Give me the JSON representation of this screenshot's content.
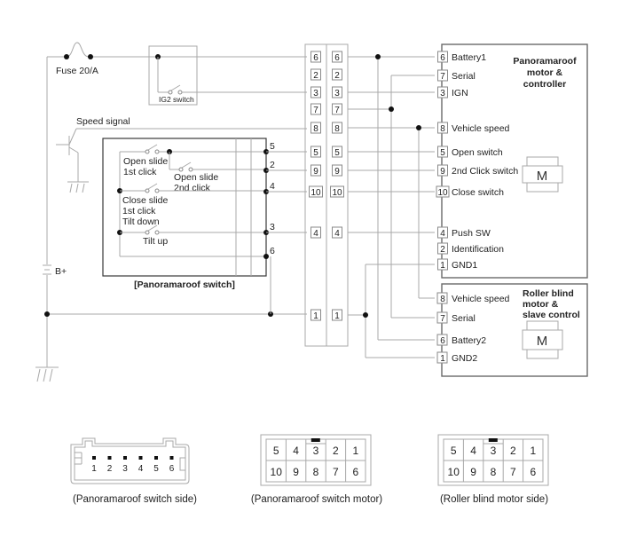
{
  "power": {
    "fuse_label": "Fuse 20/A",
    "ig2_label": "IG2 switch",
    "speed_signal_label": "Speed signal",
    "battery_label": "B+"
  },
  "switch_module": {
    "title": "[Panoramaroof switch]",
    "switches": [
      {
        "label_line1": "Open slide",
        "label_line2": "1st click"
      },
      {
        "label_line1": "Open slide",
        "label_line2": "2nd click"
      },
      {
        "label_line1": "Close slide",
        "label_line2": "1st click",
        "label_line3": "Tilt down"
      },
      {
        "label_line1": "Tilt up"
      }
    ],
    "pins": [
      "5",
      "2",
      "4",
      "3",
      "6"
    ]
  },
  "connectors": {
    "left_column": [
      "6",
      "2",
      "3",
      "7",
      "8",
      "5",
      "9",
      "10",
      "4",
      "1"
    ],
    "right_column": [
      "6",
      "2",
      "3",
      "7",
      "8",
      "5",
      "9",
      "10",
      "4",
      "1"
    ]
  },
  "controller": {
    "title_line1": "Panoramaroof",
    "title_line2": "motor &",
    "title_line3": "controller",
    "motor_label": "M",
    "pins": [
      {
        "pin": "6",
        "label": "Battery1"
      },
      {
        "pin": "7",
        "label": "Serial"
      },
      {
        "pin": "3",
        "label": "IGN"
      },
      {
        "pin": "8",
        "label": "Vehicle speed"
      },
      {
        "pin": "5",
        "label": "Open switch"
      },
      {
        "pin": "9",
        "label": "2nd Click switch"
      },
      {
        "pin": "10",
        "label": "Close switch"
      },
      {
        "pin": "4",
        "label": "Push SW"
      },
      {
        "pin": "2",
        "label": "Identification"
      },
      {
        "pin": "1",
        "label": "GND1"
      }
    ]
  },
  "roller_blind": {
    "title_line1": "Roller blind",
    "title_line2": "motor &",
    "title_line3": "slave control",
    "motor_label": "M",
    "pins": [
      {
        "pin": "8",
        "label": "Vehicle speed"
      },
      {
        "pin": "7",
        "label": "Serial"
      },
      {
        "pin": "6",
        "label": "Battery2"
      },
      {
        "pin": "1",
        "label": "GND2"
      }
    ]
  },
  "connector_views": [
    {
      "caption": "(Panoramaroof switch side)",
      "pins": [
        "1",
        "2",
        "3",
        "4",
        "5",
        "6"
      ]
    },
    {
      "caption": "(Panoramaroof switch motor)",
      "top_row": [
        "5",
        "4",
        "3",
        "2",
        "1"
      ],
      "bottom_row": [
        "10",
        "9",
        "8",
        "7",
        "6"
      ]
    },
    {
      "caption": "(Roller blind motor side)",
      "top_row": [
        "5",
        "4",
        "3",
        "2",
        "1"
      ],
      "bottom_row": [
        "10",
        "9",
        "8",
        "7",
        "6"
      ]
    }
  ]
}
